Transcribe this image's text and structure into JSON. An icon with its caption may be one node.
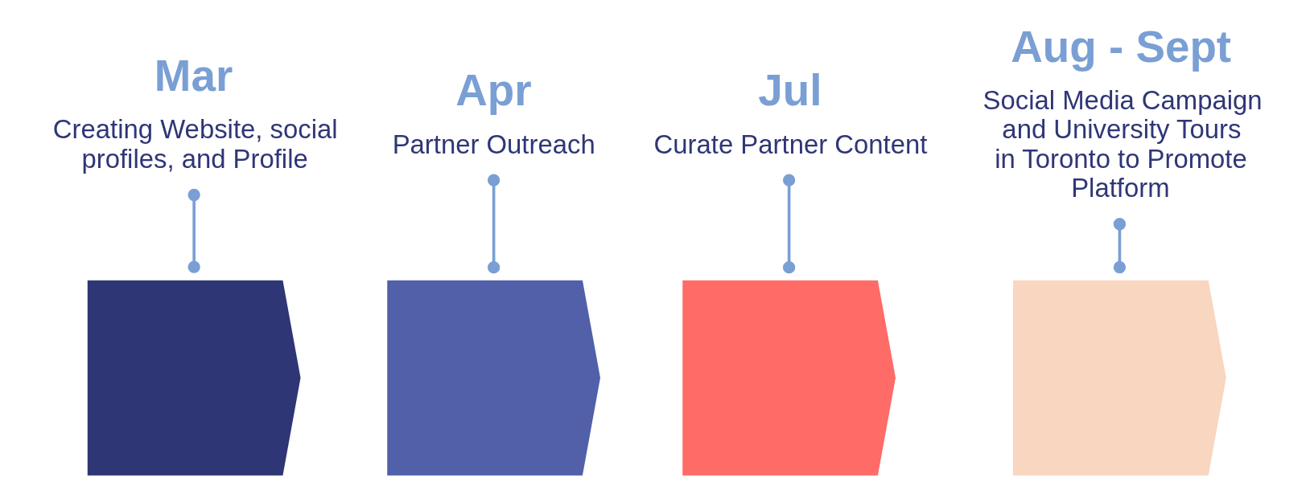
{
  "diagram": {
    "nodes": [
      {
        "text": [
          "Mar",
          "Creating Website, social profiles, and Profile"
        ]
      },
      {
        "text": [],
        "shape": "chevron"
      },
      {
        "text": [],
        "shape": "chevron"
      },
      {
        "text": [],
        "shape": "chevron"
      },
      {
        "text": [],
        "shape": "chevron"
      },
      {
        "text": [
          "Aug - Sept",
          "Social Media Campaign and University Tours in Toronto to Promote Platform"
        ]
      },
      {
        "text": [
          "Apr",
          "Partner Outreach"
        ]
      },
      {
        "text": [
          "Jul",
          "Curate Partner Content"
        ]
      }
    ],
    "edges": [
      {
        "from": 0,
        "to": 1,
        "arrow": "other"
      },
      {
        "from": 6,
        "to": 2,
        "arrow": "other"
      },
      {
        "from": 7,
        "to": 3,
        "arrow": "other"
      },
      {
        "from": 5,
        "to": 4,
        "arrow": "other"
      }
    ]
  }
}
